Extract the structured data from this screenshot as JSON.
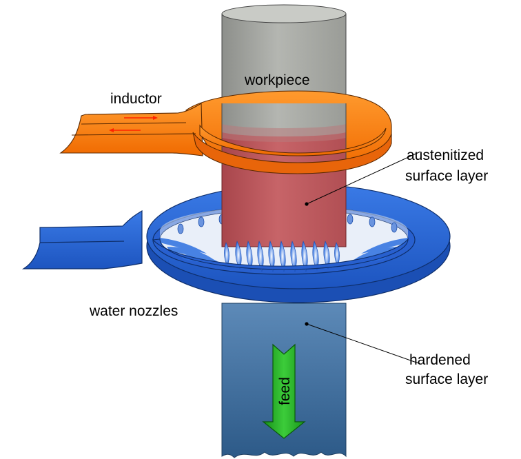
{
  "labels": {
    "workpiece": "workpiece",
    "inductor": "inductor",
    "austenitized_line1": "austenitized",
    "austenitized_line2": "surface layer",
    "water_nozzles": "water nozzles",
    "hardened_line1": "hardened",
    "hardened_line2": "surface layer",
    "feed": "feed"
  },
  "colors": {
    "workpiece_gray": "#a9aba6",
    "austenitized_red": "#c05a5e",
    "hardened_blue": "#3a6a9a",
    "inductor_orange": "#ff8a1e",
    "nozzle_ring_blue": "#2a6ad8",
    "feed_arrow_green": "#22a822",
    "current_arrow_red": "#ff2200"
  },
  "icons": {
    "feed_arrow": "arrow-down-icon",
    "current_arrows": "arrow-right-left-icon"
  }
}
